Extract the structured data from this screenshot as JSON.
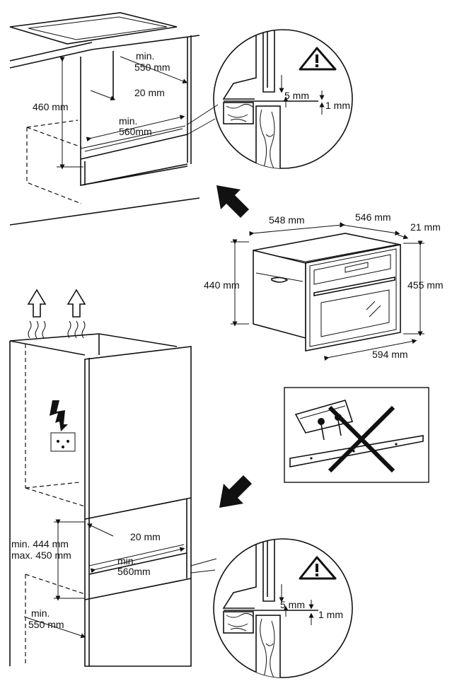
{
  "top_install": {
    "height": "460 mm",
    "depth_min_a": "min.",
    "depth_min_b": "550 mm",
    "gap": "20 mm",
    "width_min_a": "min.",
    "width_min_b": "560mm"
  },
  "top_detail": {
    "gap_5": "5 mm",
    "gap_1": "1 mm",
    "warning_icon": "warning-triangle"
  },
  "oven": {
    "width": "548 mm",
    "depth": "546 mm",
    "front": "21 mm",
    "height_body": "440 mm",
    "height_front": "455 mm",
    "front_width": "594 mm"
  },
  "bottom_install": {
    "height_min": "min. 444 mm",
    "height_max": "max. 450 mm",
    "gap": "20 mm",
    "width_min_a": "min.",
    "width_min_b": "560mm",
    "depth_min_a": "min.",
    "depth_min_b": "550 mm",
    "electric_icon": "lightning-icon"
  },
  "bottom_detail": {
    "gap_5": "5 mm",
    "gap_1": "1 mm",
    "warning_icon": "warning-triangle"
  },
  "forbidden": {
    "icon": "cross-icon"
  }
}
